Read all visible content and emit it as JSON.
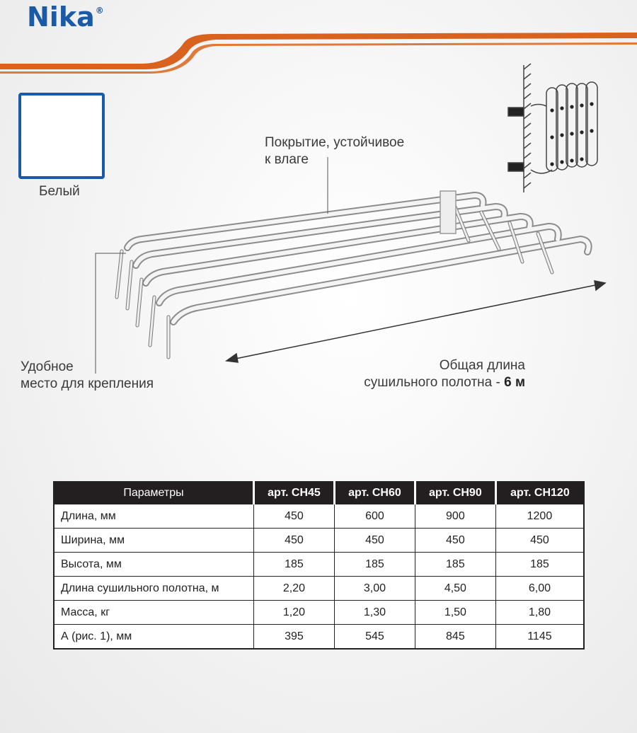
{
  "brand": {
    "name": "Nika",
    "mark": "®"
  },
  "swatch": {
    "label": "Белый",
    "color": "#ffffff",
    "border": "#1a5aa6"
  },
  "callouts": {
    "coating_line1": "Покрытие, устойчивое",
    "coating_line2": "к влаге",
    "mount_line1": "Удобное",
    "mount_line2": "место для крепления",
    "length_line1": "Общая длина",
    "length_line2_prefix": "сушильного полотна -",
    "length_value": "6 м"
  },
  "table": {
    "headers": [
      "Параметры",
      "арт. СН45",
      "арт. СН60",
      "арт. СН90",
      "арт. СН120"
    ],
    "rows": [
      [
        "Длина, мм",
        "450",
        "600",
        "900",
        "1200"
      ],
      [
        "Ширина, мм",
        "450",
        "450",
        "450",
        "450"
      ],
      [
        "Высота, мм",
        "185",
        "185",
        "185",
        "185"
      ],
      [
        "Длина сушильного полотна, м",
        "2,20",
        "3,00",
        "4,50",
        "6,00"
      ],
      [
        "Масса, кг",
        "1,20",
        "1,30",
        "1,50",
        "1,80"
      ],
      [
        "А (рис. 1), мм",
        "395",
        "545",
        "845",
        "1145"
      ]
    ]
  },
  "colors": {
    "brand_blue": "#1a5aa6",
    "swoosh_orange": "#d9631e",
    "header_dark": "#231f20"
  }
}
